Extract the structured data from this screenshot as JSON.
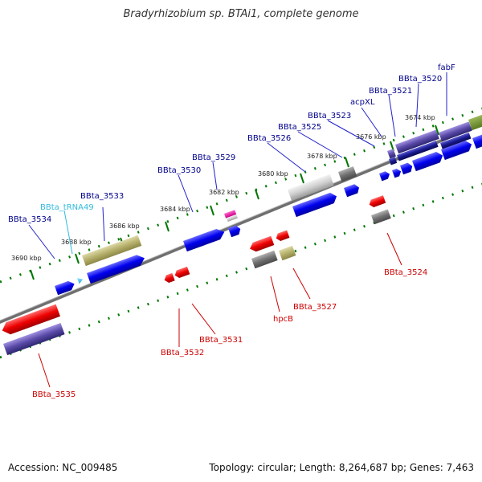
{
  "title": "Bradyrhizobium sp. BTAi1, complete genome",
  "footer": {
    "accession": "Accession: NC_009485",
    "summary": "Topology: circular; Length: 8,264,687 bp; Genes: 7,463"
  },
  "colors": {
    "plus_strand_label": "#00008b",
    "minus_strand_label": "#cc0000",
    "trna_label": "#33bbdd",
    "tick": "#007700",
    "backbone": "#777777"
  },
  "tick_labels": [
    "3690 kbp",
    "3688 kbp",
    "3686 kbp",
    "3684 kbp",
    "3682 kbp",
    "3680 kbp",
    "3678 kbp",
    "3676 kbp",
    "3674 kbp"
  ],
  "plus_labels": [
    "BBta_3534",
    "BBta_tRNA49",
    "BBta_3533",
    "BBta_3530",
    "BBta_3529",
    "BBta_3526",
    "BBta_3525",
    "BBta_3523",
    "acpXL",
    "BBta_3521",
    "BBta_3520",
    "fabF"
  ],
  "minus_labels": [
    "BBta_3535",
    "BBta_3532",
    "BBta_3531",
    "hpcB",
    "BBta_3527",
    "BBta_3524"
  ]
}
